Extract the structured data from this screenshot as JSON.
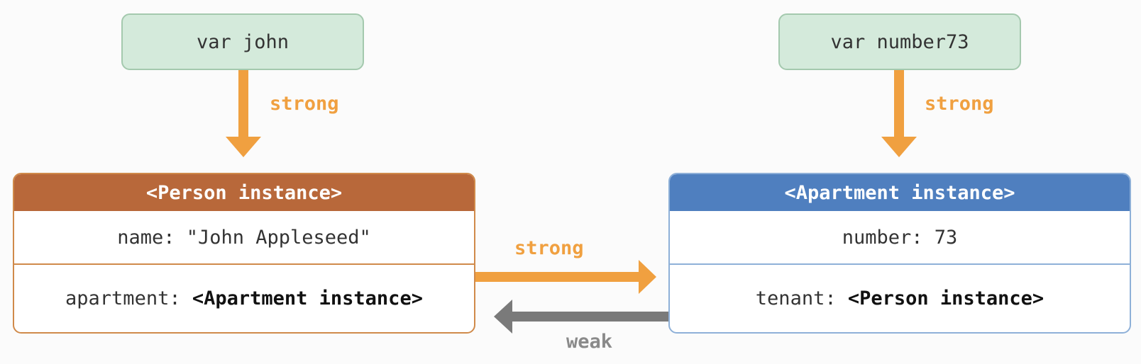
{
  "variables": {
    "john": "var john",
    "number73": "var number73"
  },
  "person_instance": {
    "title": "<Person instance>",
    "name_row": "name: \"John Appleseed\"",
    "apartment_key": "apartment: ",
    "apartment_value": "<Apartment instance>"
  },
  "apartment_instance": {
    "title": "<Apartment instance>",
    "number_row": "number: 73",
    "tenant_key": "tenant: ",
    "tenant_value": "<Person instance>"
  },
  "references": {
    "john_to_person": "strong",
    "number73_to_apartment": "strong",
    "person_to_apartment": "strong",
    "apartment_to_person": "weak"
  },
  "colors": {
    "strong_arrow": "#f0a040",
    "weak_arrow": "#7a7a7a",
    "person_header": "#b8683a",
    "apartment_header": "#4f7fbf",
    "variable_box": "#d4eadb"
  }
}
